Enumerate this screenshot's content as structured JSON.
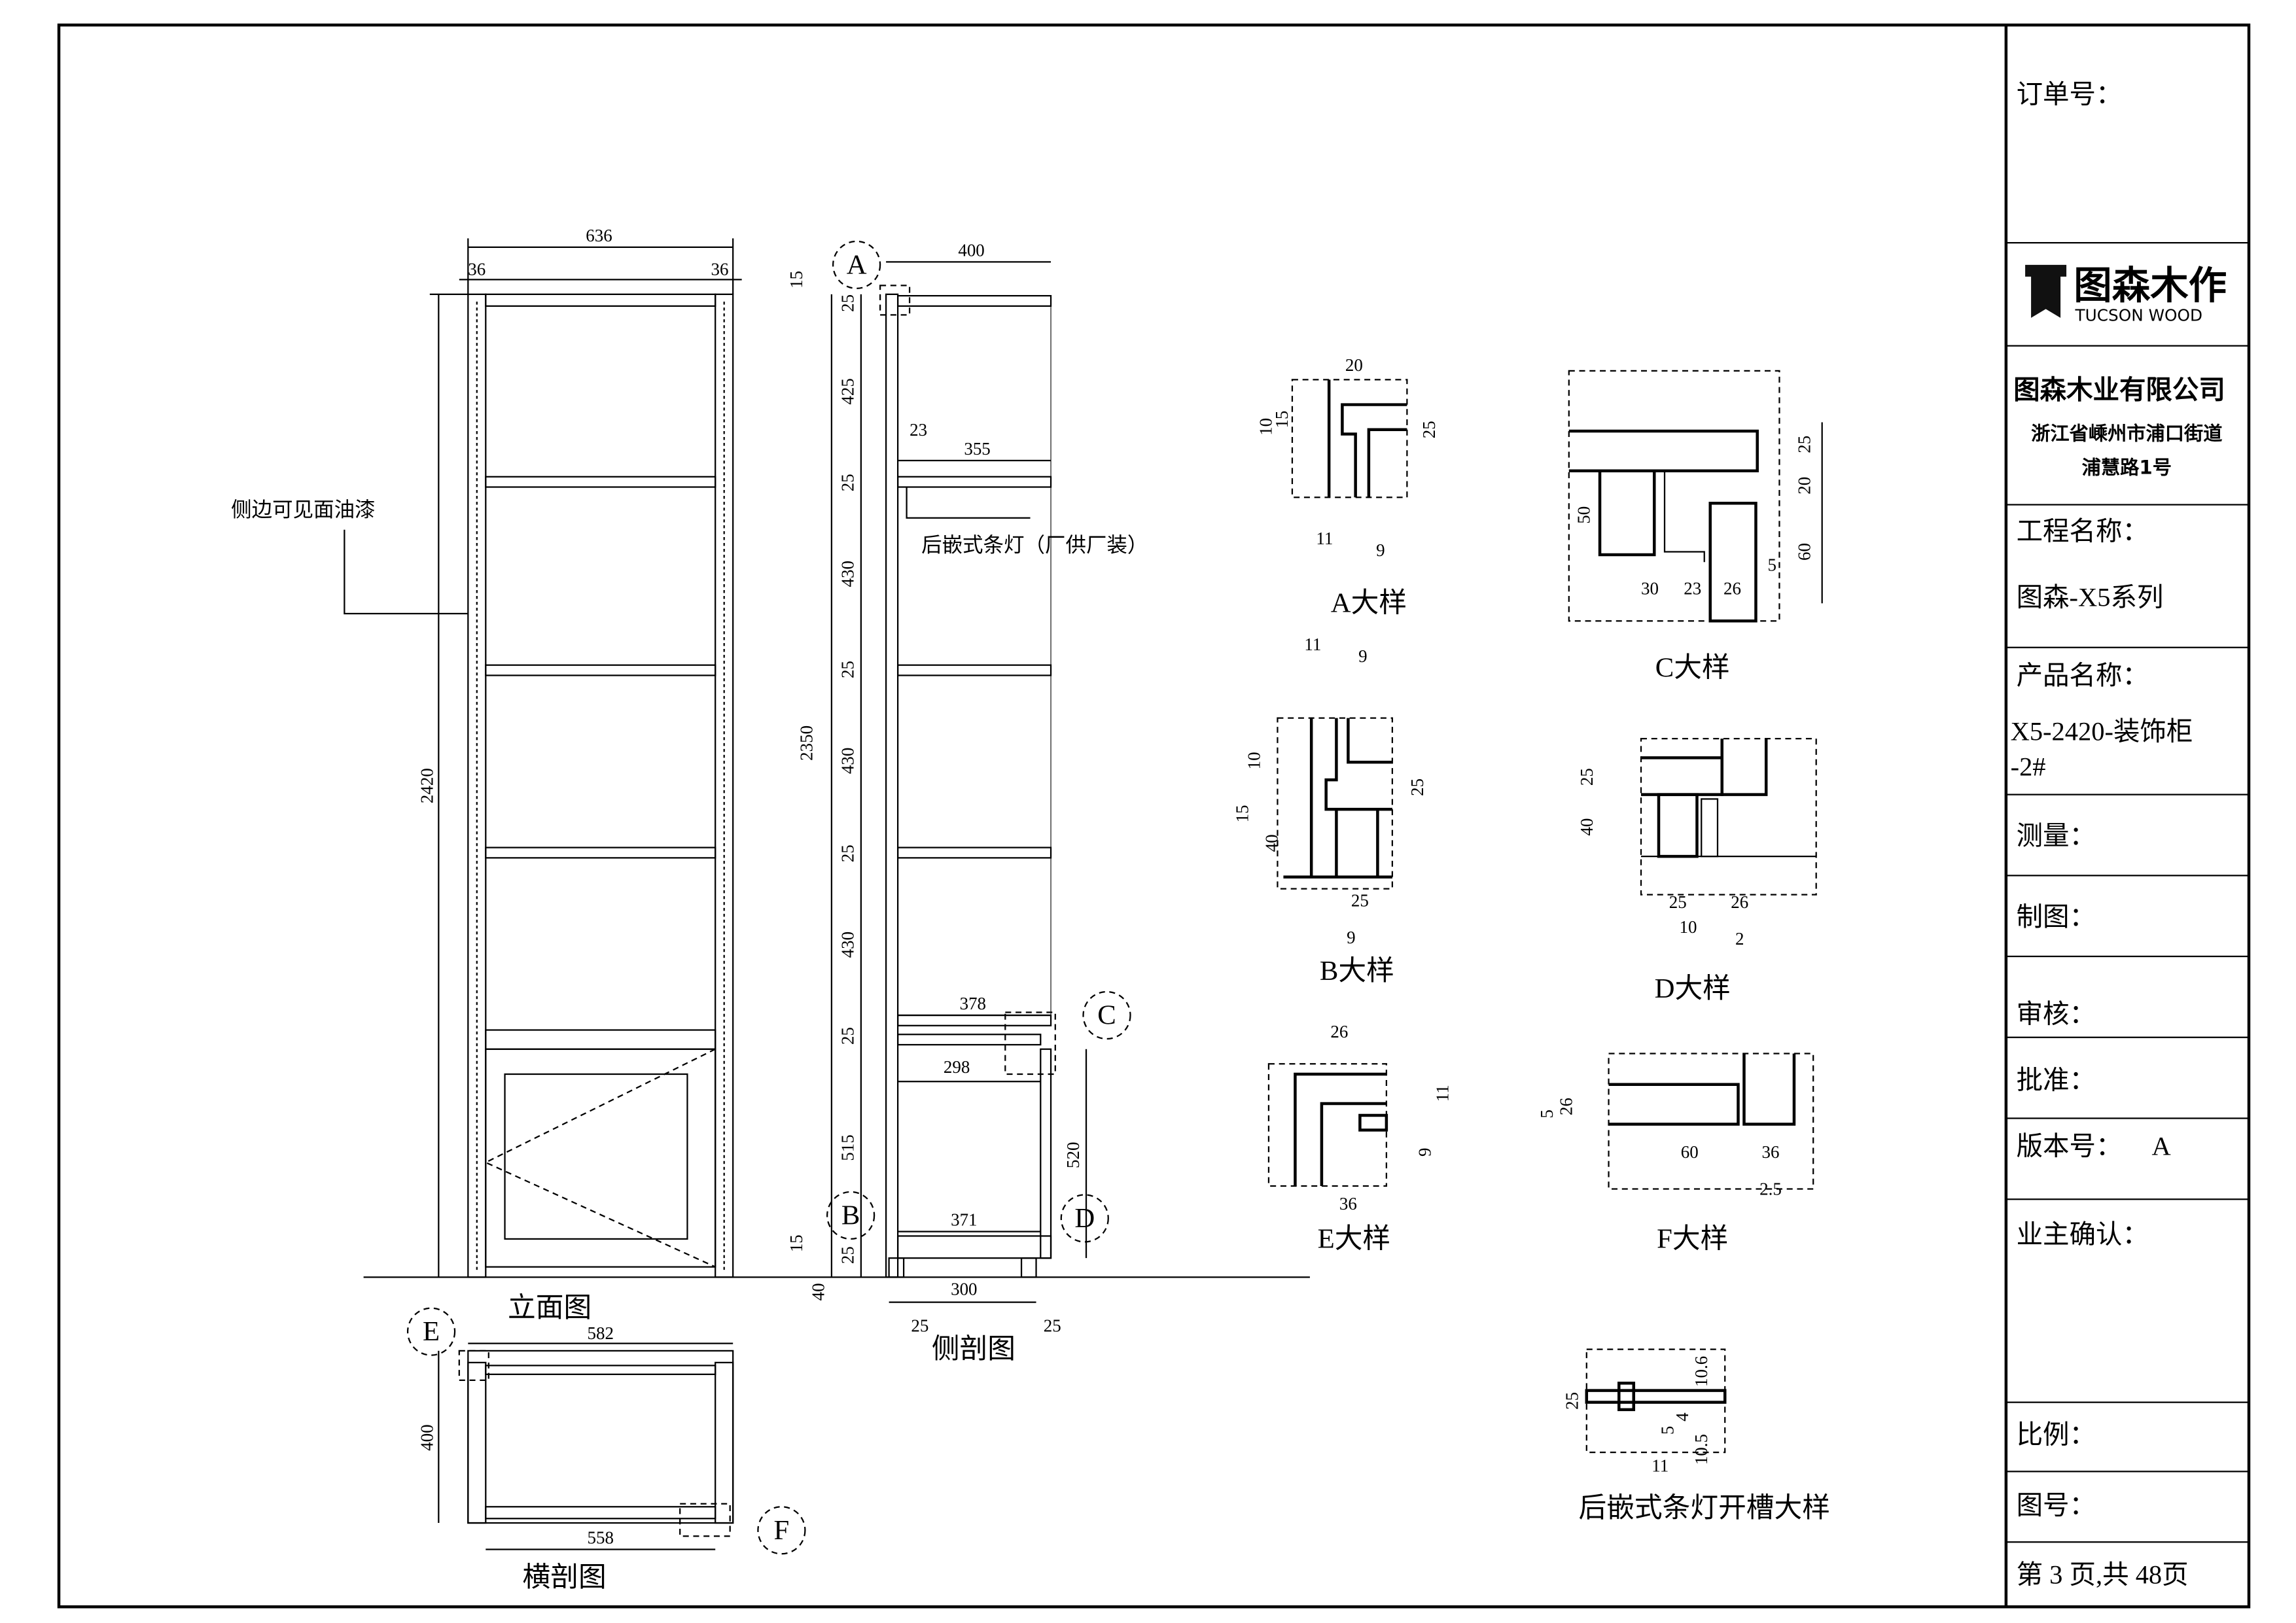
{
  "title_block": {
    "order_label": "订单号：",
    "logo_cn": "图森木作",
    "logo_en": "TUCSON WOOD",
    "company": "图森木业有限公司",
    "address_line1": "浙江省嵊州市浦口街道",
    "address_line2": "浦慧路1号",
    "project_label": "工程名称：",
    "project_value": "图森-X5系列",
    "product_label": "产品名称：",
    "product_value_1": "X5-2420-装饰柜",
    "product_value_2": "-2#",
    "measure_label": "测量：",
    "drafting_label": "制图：",
    "review_label": "审核：",
    "approve_label": "批准：",
    "version_label": "版本号：",
    "version_value": "A",
    "owner_confirm_label": "业主确认：",
    "scale_label": "比例：",
    "drawing_no_label": "图号：",
    "page_info": "第 3 页,共 48页"
  },
  "views": {
    "elevation_title": "立面图",
    "side_title": "侧剖图",
    "cross_title": "横剖图",
    "side_paint_note": "侧边可见面油漆",
    "light_note": "后嵌式条灯（厂供厂装）",
    "markers": [
      "A",
      "B",
      "C",
      "D",
      "E",
      "F"
    ]
  },
  "dims": {
    "elevation": [
      "636",
      "36",
      "36",
      "2420"
    ],
    "side": [
      "400",
      "15",
      "25",
      "425",
      "23",
      "355",
      "25",
      "430",
      "25",
      "430",
      "25",
      "430",
      "378",
      "25",
      "298",
      "515",
      "520",
      "15",
      "371",
      "25",
      "40",
      "300",
      "25",
      "25",
      "2350"
    ],
    "cross": [
      "582",
      "400",
      "558"
    ]
  },
  "details": {
    "a": {
      "title": "A大样",
      "dims": [
        "20",
        "10",
        "15",
        "25",
        "11",
        "9"
      ]
    },
    "b": {
      "title": "B大样",
      "dims": [
        "11",
        "9",
        "10",
        "15",
        "40",
        "25",
        "25",
        "9"
      ]
    },
    "c": {
      "title": "C大样",
      "dims": [
        "50",
        "30",
        "23",
        "26",
        "5",
        "25",
        "20",
        "60"
      ]
    },
    "d": {
      "title": "D大样",
      "dims": [
        "25",
        "40",
        "25",
        "10",
        "2",
        "26"
      ]
    },
    "e": {
      "title": "E大样",
      "dims": [
        "26",
        "11",
        "9",
        "36"
      ]
    },
    "f": {
      "title": "F大样",
      "dims": [
        "5",
        "26",
        "60",
        "36",
        "2.5"
      ]
    },
    "slot": {
      "title": "后嵌式条灯开槽大样",
      "dims": [
        "25",
        "10.6",
        "10.5",
        "4",
        "5",
        "11"
      ]
    }
  }
}
